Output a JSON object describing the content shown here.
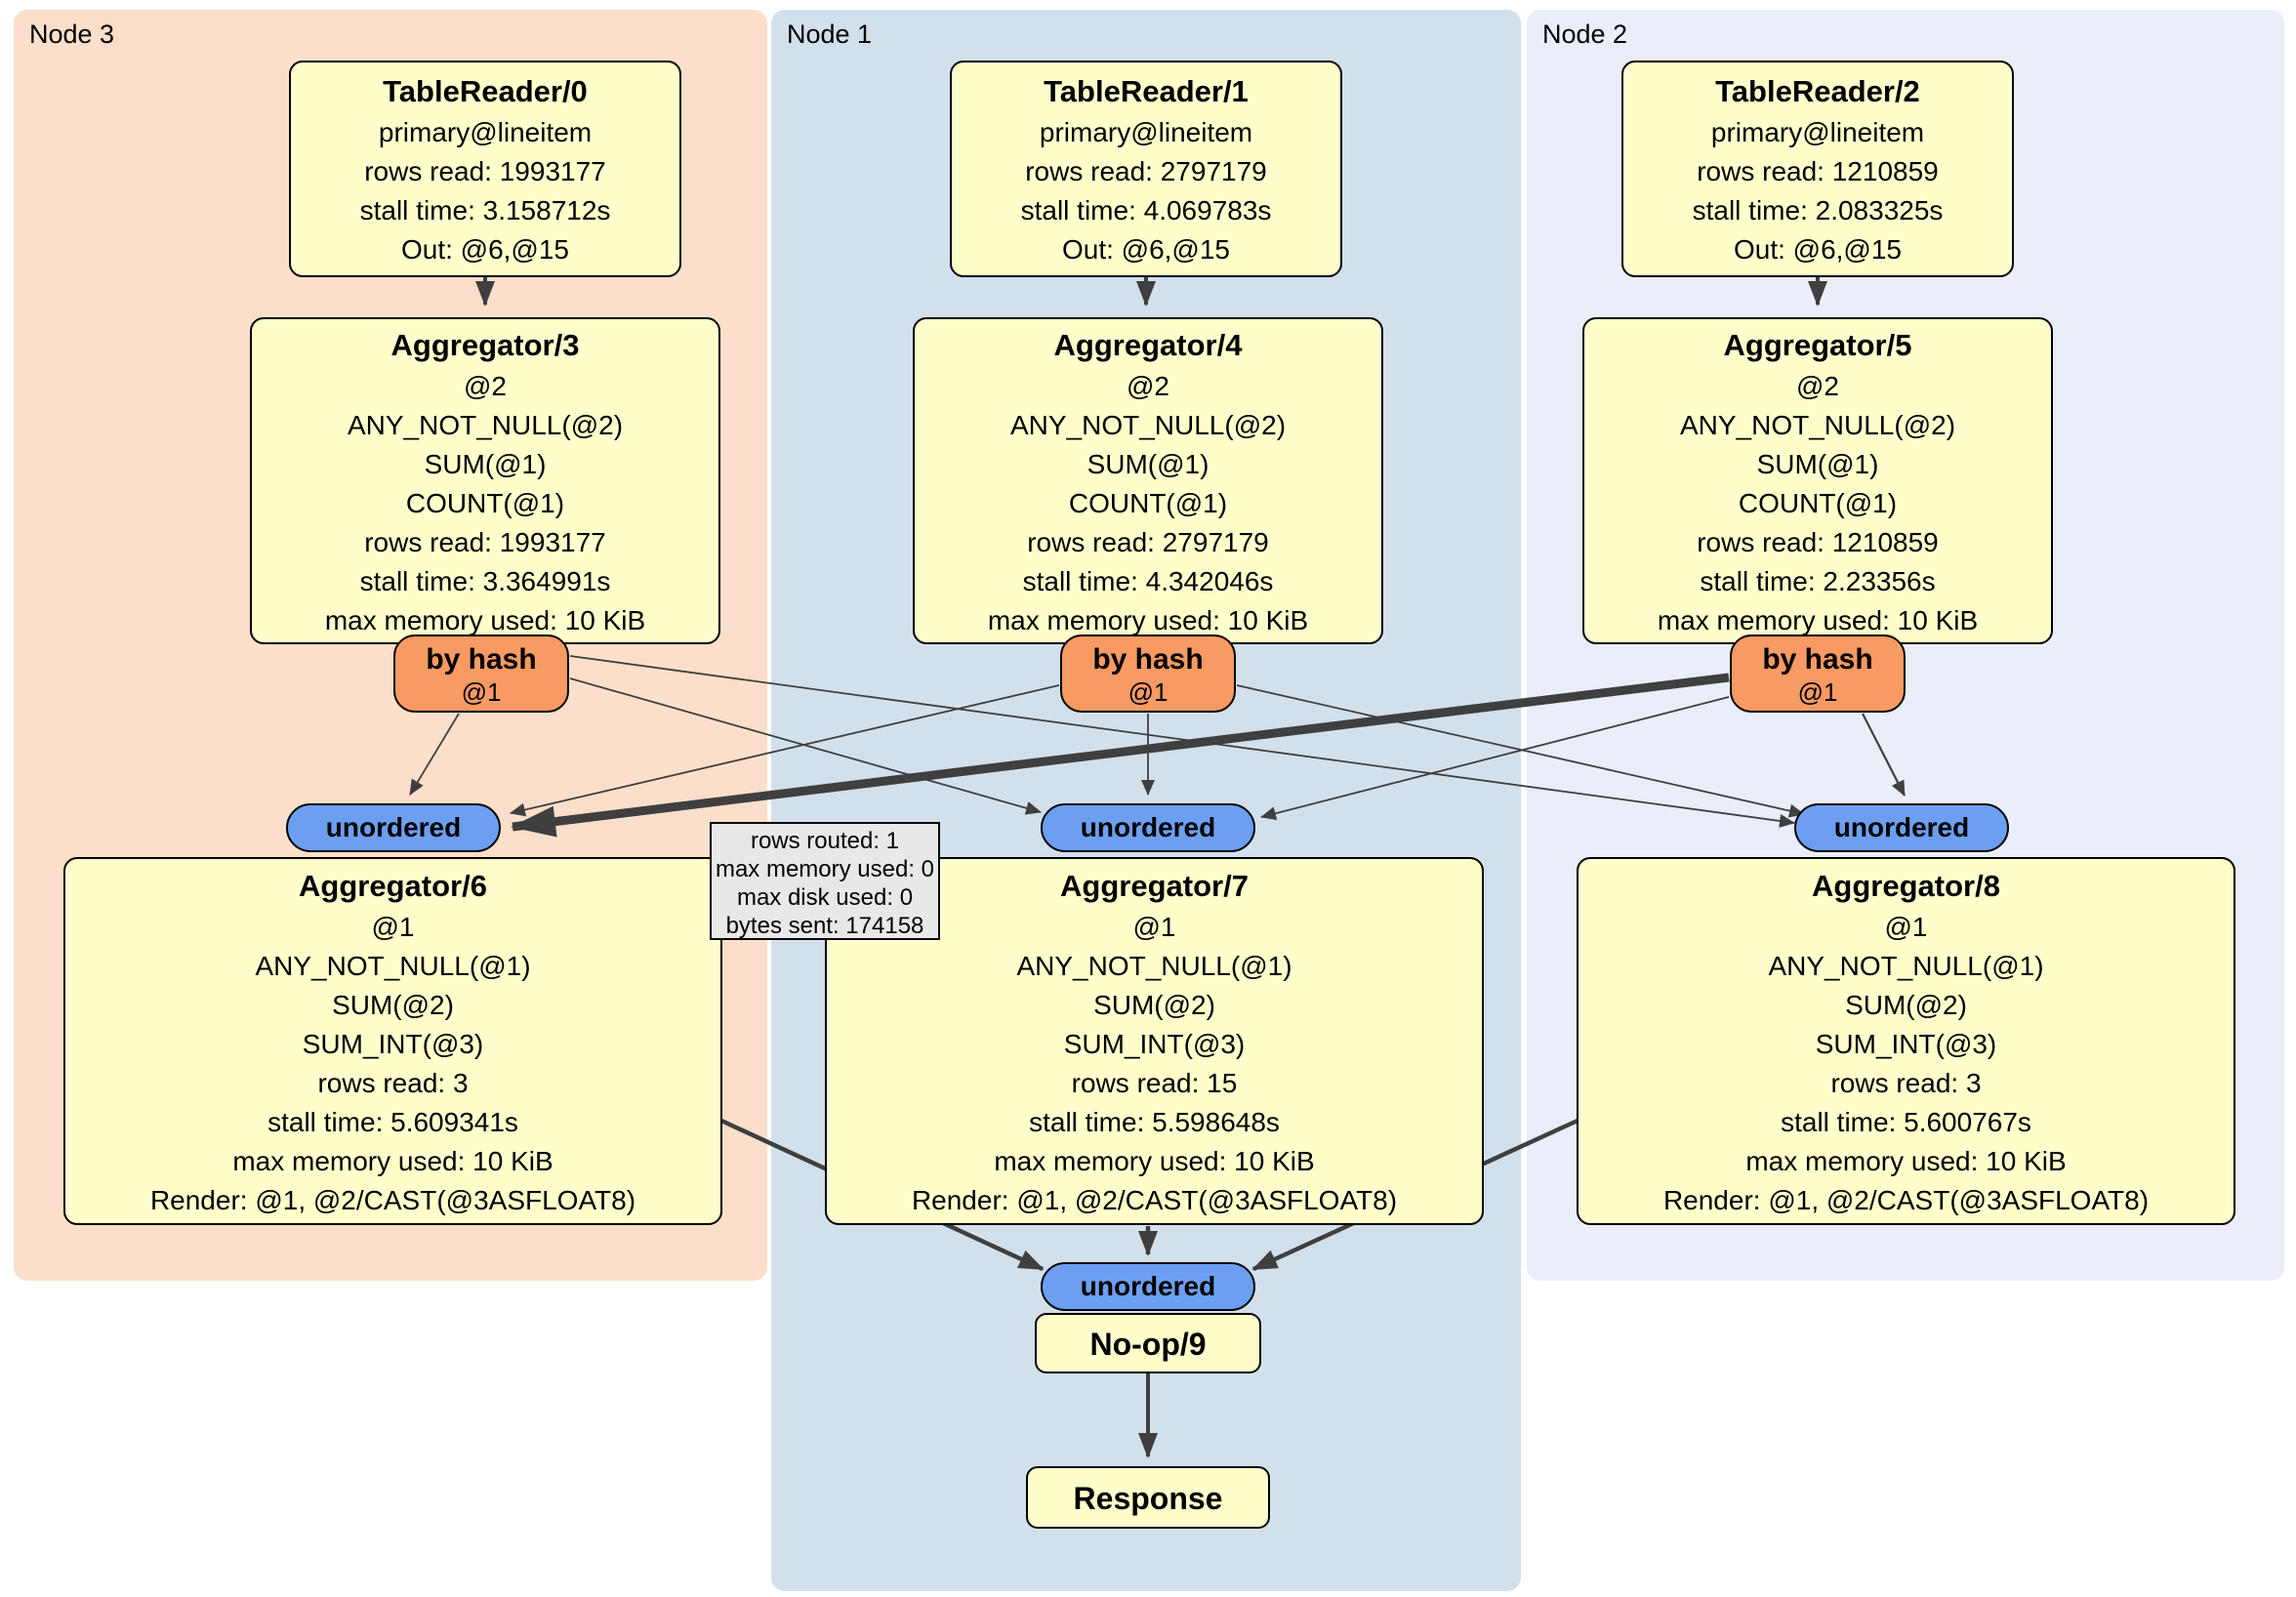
{
  "colors": {
    "node3_panel": "#fbdfca",
    "node1_panel": "#d2e0ec",
    "node2_panel": "#e9eef8",
    "operator_fill": "#ffffcc",
    "router_fill": "#f79a63",
    "sync_fill": "#6c9ff2",
    "tooltip_fill": "#e8e8e8",
    "edge": "#3f3f3f"
  },
  "panels": {
    "node3": {
      "label": "Node 3"
    },
    "node1": {
      "label": "Node 1"
    },
    "node2": {
      "label": "Node 2"
    }
  },
  "operators": {
    "tr0": {
      "title": "TableReader/0",
      "lines": [
        "primary@lineitem",
        "rows read: 1993177",
        "stall time: 3.158712s",
        "Out: @6,@15"
      ]
    },
    "tr1": {
      "title": "TableReader/1",
      "lines": [
        "primary@lineitem",
        "rows read: 2797179",
        "stall time: 4.069783s",
        "Out: @6,@15"
      ]
    },
    "tr2": {
      "title": "TableReader/2",
      "lines": [
        "primary@lineitem",
        "rows read: 1210859",
        "stall time: 2.083325s",
        "Out: @6,@15"
      ]
    },
    "agg3": {
      "title": "Aggregator/3",
      "lines": [
        "@2",
        "ANY_NOT_NULL(@2)",
        "SUM(@1)",
        "COUNT(@1)",
        "rows read: 1993177",
        "stall time: 3.364991s",
        "max memory used: 10 KiB"
      ]
    },
    "agg4": {
      "title": "Aggregator/4",
      "lines": [
        "@2",
        "ANY_NOT_NULL(@2)",
        "SUM(@1)",
        "COUNT(@1)",
        "rows read: 2797179",
        "stall time: 4.342046s",
        "max memory used: 10 KiB"
      ]
    },
    "agg5": {
      "title": "Aggregator/5",
      "lines": [
        "@2",
        "ANY_NOT_NULL(@2)",
        "SUM(@1)",
        "COUNT(@1)",
        "rows read: 1210859",
        "stall time: 2.23356s",
        "max memory used: 10 KiB"
      ]
    },
    "agg6": {
      "title": "Aggregator/6",
      "lines": [
        "@1",
        "ANY_NOT_NULL(@1)",
        "SUM(@2)",
        "SUM_INT(@3)",
        "rows read: 3",
        "stall time: 5.609341s",
        "max memory used: 10 KiB",
        "Render: @1, @2/CAST(@3ASFLOAT8)"
      ]
    },
    "agg7": {
      "title": "Aggregator/7",
      "lines": [
        "@1",
        "ANY_NOT_NULL(@1)",
        "SUM(@2)",
        "SUM_INT(@3)",
        "rows read: 15",
        "stall time: 5.598648s",
        "max memory used: 10 KiB",
        "Render: @1, @2/CAST(@3ASFLOAT8)"
      ]
    },
    "agg8": {
      "title": "Aggregator/8",
      "lines": [
        "@1",
        "ANY_NOT_NULL(@1)",
        "SUM(@2)",
        "SUM_INT(@3)",
        "rows read: 3",
        "stall time: 5.600767s",
        "max memory used: 10 KiB",
        "Render: @1, @2/CAST(@3ASFLOAT8)"
      ]
    },
    "noop": {
      "title": "No-op/9"
    },
    "response": {
      "title": "Response"
    }
  },
  "routers": {
    "hash3": {
      "label": "by hash",
      "detail": "@1"
    },
    "hash1": {
      "label": "by hash",
      "detail": "@1"
    },
    "hash2": {
      "label": "by hash",
      "detail": "@1"
    }
  },
  "syncs": {
    "un3": {
      "label": "unordered"
    },
    "un1": {
      "label": "unordered"
    },
    "un2": {
      "label": "unordered"
    },
    "unFinal": {
      "label": "unordered"
    }
  },
  "tooltip": {
    "lines": [
      "rows routed: 1",
      "max memory used: 0",
      "max disk used: 0",
      "bytes sent: 174158"
    ]
  }
}
